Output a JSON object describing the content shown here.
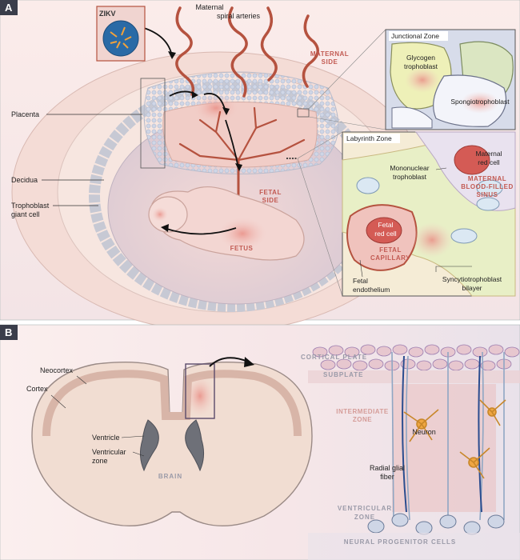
{
  "panel_a": {
    "letter": "A",
    "zikv": "ZIKV",
    "maternal_arteries": [
      "Maternal",
      "spiral arteries"
    ],
    "maternal_side": [
      "MATERNAL",
      "SIDE"
    ],
    "fetal_side": [
      "FETAL",
      "SIDE"
    ],
    "fetus": "FETUS",
    "placenta": "Placenta",
    "decidua": "Decidua",
    "trophoblast_giant_cell": [
      "Trophoblast",
      "giant cell"
    ],
    "junctional_zone": {
      "title": "Junctional Zone",
      "glycogen": [
        "Glycogen",
        "trophoblast"
      ],
      "spongio": "Spongiotrophoblast"
    },
    "labyrinth_zone": {
      "title": "Labyrinth Zone",
      "maternal_red_cell": [
        "Maternal",
        "red cell"
      ],
      "mononuclear": [
        "Mononuclear",
        "trophoblast"
      ],
      "maternal_sinus": [
        "MATERNAL",
        "BLOOD-FILLED",
        "SINUS"
      ],
      "fetal_red_cell": [
        "Fetal",
        "red cell"
      ],
      "fetal_capillary": [
        "FETAL",
        "CAPILLARY"
      ],
      "fetal_endothelium": [
        "Fetal",
        "endothelium"
      ],
      "syncytio": [
        "Syncytiotrophoblast",
        "bilayer"
      ]
    }
  },
  "panel_b": {
    "letter": "B",
    "neocortex": "Neocortex",
    "cortex": "Cortex",
    "ventricle": "Ventricle",
    "ventricular_zone_left": [
      "Ventricular",
      "zone"
    ],
    "brain": "BRAIN",
    "cortical_plate": "CORTICAL PLATE",
    "subplate": "SUBPLATE",
    "intermediate_zone": [
      "INTERMEDIATE",
      "ZONE"
    ],
    "neuron": "Neuron",
    "radial_glial": [
      "Radial glial",
      "fiber"
    ],
    "ventricular_zone_right": [
      "VENTRICULAR",
      "ZONE"
    ],
    "neural_progenitor": "NEURAL PROGENITOR CELLS"
  },
  "colors": {
    "artery": "#b5523f",
    "panel_bg": "#fbeeee",
    "accent_red": "#c25a52",
    "gray_label": "#9a9aa8"
  }
}
